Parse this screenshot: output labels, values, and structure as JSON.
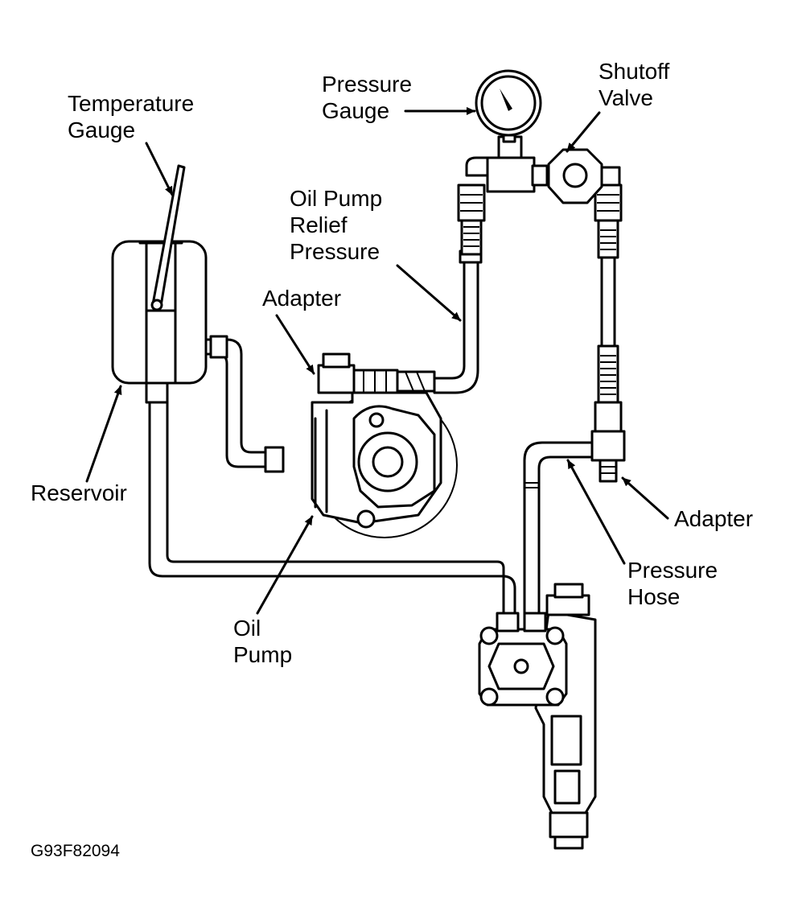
{
  "labels": {
    "temperature_gauge": [
      "Temperature",
      "Gauge"
    ],
    "pressure_gauge": [
      "Pressure",
      "Gauge"
    ],
    "shutoff_valve": [
      "Shutoff",
      "Valve"
    ],
    "oil_pump_relief_pressure": [
      "Oil Pump",
      "Relief",
      "Pressure"
    ],
    "adapter_top": "Adapter",
    "reservoir": "Reservoir",
    "oil_pump": [
      "Oil",
      "Pump"
    ],
    "adapter_right": "Adapter",
    "pressure_hose": [
      "Pressure",
      "Hose"
    ]
  },
  "figure_code": "G93F82094"
}
